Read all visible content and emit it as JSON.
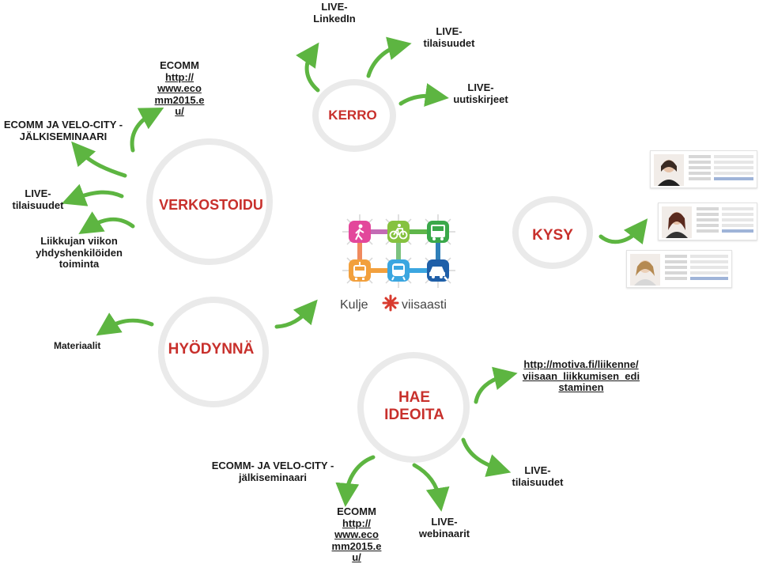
{
  "hubs": {
    "kerro": "KERRO",
    "verkostoidu": "VERKOSTOIDU",
    "kysy": "KYSY",
    "hyodynna": "HYÖDYNNÄ",
    "hae_line1": "HAE",
    "hae_line2": "IDEOITA"
  },
  "kerro_items": {
    "linkedin_1": "LIVE-",
    "linkedin_2": "LinkedIn",
    "tilaisuudet_1": "LIVE-",
    "tilaisuudet_2": "tilaisuudet",
    "uutis_1": "LIVE-",
    "uutis_2": "uutiskirjeet"
  },
  "verkosto_items": {
    "ecomm_title": "ECOMM",
    "ecomm_link_1": "http://",
    "ecomm_link_2": "www.eco",
    "ecomm_link_3": "mm2015.e",
    "ecomm_link_4": "u/",
    "velo_1": "ECOMM JA VELO-CITY -",
    "velo_2": "JÄLKISEMINAARI",
    "live_1": "LIVE-",
    "live_2": "tilaisuudet",
    "liik_1": "Liikkujan viikon",
    "liik_2": "yhdyshenkilöiden",
    "liik_3": "toiminta"
  },
  "hyodynna_items": {
    "materiaalit": "Materiaalit"
  },
  "hae_items": {
    "motiva_1": "http://motiva.fi/liikenne/",
    "motiva_2": "viisaan_liikkumisen_edi",
    "motiva_3": "staminen",
    "live_1": "LIVE-",
    "live_2": "tilaisuudet",
    "webinaarit_1": "LIVE-",
    "webinaarit_2": "webinaarit",
    "velo_1": "ECOMM- JA VELO-CITY -",
    "velo_2": "jälkiseminaari",
    "ecomm_title": "ECOMM",
    "ecomm_link_1": "http://",
    "ecomm_link_2": "www.eco",
    "ecomm_link_3": "mm2015.e",
    "ecomm_link_4": "u/"
  },
  "logo": {
    "word1": "Kulje",
    "word2": "viisaasti",
    "tile_colors": [
      "#e3479b",
      "#86c240",
      "#3aa84a",
      "#f2a03d",
      "#3ba6e0",
      "#1f5fa8"
    ]
  },
  "colors": {
    "arrow": "#5db541",
    "hub_text": "#c8302c",
    "ring": "#eaeaea"
  }
}
